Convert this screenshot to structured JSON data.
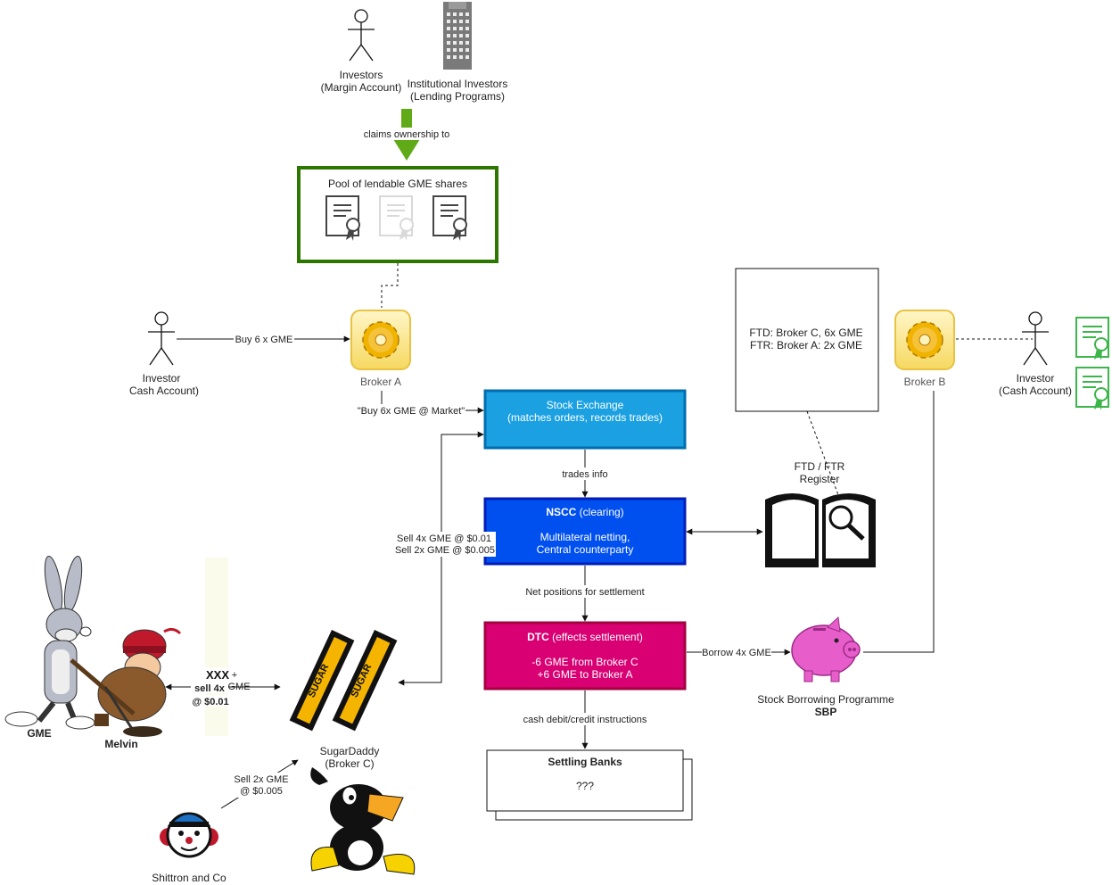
{
  "colors": {
    "exchange": "#1ba1e2",
    "exchange_border": "#006eaf",
    "nscc": "#0050ef",
    "nscc_border": "#001dbc",
    "dtc": "#d80073",
    "dtc_border": "#a50040",
    "pool_border": "#2d7600",
    "arrow_green": "#60a917",
    "piggy": "#e75ecb",
    "broker_gear": "#f0b400",
    "certificate_green": "#3cb54a"
  },
  "actors": {
    "investors_margin": {
      "line1": "Investors",
      "line2": "(Margin Account)",
      "icon": "stick-figure-icon"
    },
    "institutional": {
      "line1": "Institutional Investors",
      "line2": "(Lending Programs)",
      "icon": "office-building-icon"
    },
    "investor_cash_left": {
      "line1": "Investor",
      "line2": "Cash Account)",
      "icon": "stick-figure-icon"
    },
    "investor_cash_right": {
      "line1": "Investor",
      "line2": "(Cash Account)",
      "icon": "stick-figure-icon"
    }
  },
  "flows": {
    "claims": "claims ownership to",
    "buy6": "Buy 6 x GME",
    "buy_market": "\"Buy 6x GME @ Market\"",
    "trades_info": "trades info",
    "net_positions": "Net positions for settlement",
    "cash_instr": "cash debit/credit instructions",
    "sell_line1": "Sell 4x GME @ $0.01",
    "sell_line2": "Sell 2x GME @ $0.005",
    "borrow": "Borrow 4x GME",
    "shittron_line1": "Sell 2x GME",
    "shittron_line2": "@ $0.005",
    "melvin_xxx": "XXX",
    "melvin_plus": "+",
    "melvin_sell": "sell 4x",
    "melvin_gme": "GME",
    "melvin_price": "@ $0.01"
  },
  "pool": {
    "title": "Pool of lendable GME shares",
    "icon": "certificate-icon"
  },
  "brokers": {
    "a": {
      "label": "Broker A",
      "icon": "gear-icon"
    },
    "b": {
      "label": "Broker B",
      "icon": "gear-icon"
    },
    "c": {
      "line1": "SugarDaddy",
      "line2": "(Broker C)",
      "icon": "sugar-packets-icon",
      "packet_text": "SUGAR"
    }
  },
  "exchange": {
    "line1": "Stock Exchange",
    "line2": "(matches orders, records trades)"
  },
  "nscc": {
    "title": "NSCC",
    "title_suffix": " (clearing)",
    "line1": "Multilateral netting,",
    "line2": "Central counterparty"
  },
  "dtc": {
    "title": "DTC",
    "title_suffix": " (effects settlement)",
    "line1": "-6 GME from Broker C",
    "line2": "+6 GME to Broker A"
  },
  "banks": {
    "title": "Settling Banks",
    "body": "???"
  },
  "register": {
    "line1": "FTD: Broker C, 6x GME",
    "line2": "FTR: Broker A: 2x GME",
    "label1": "FTD / FTR",
    "label2": "Register",
    "icon": "book-search-icon"
  },
  "sbp": {
    "line1": "Stock Borrowing Programme",
    "line2": "SBP",
    "icon": "piggy-bank-icon"
  },
  "characters": {
    "gme": {
      "label": "GME",
      "icon": "bunny-icon"
    },
    "melvin": {
      "label": "Melvin",
      "icon": "hunter-icon"
    },
    "shittron": {
      "label": "Shittron and Co",
      "icon": "clown-icon"
    },
    "duck": {
      "icon": "duck-icon"
    }
  }
}
